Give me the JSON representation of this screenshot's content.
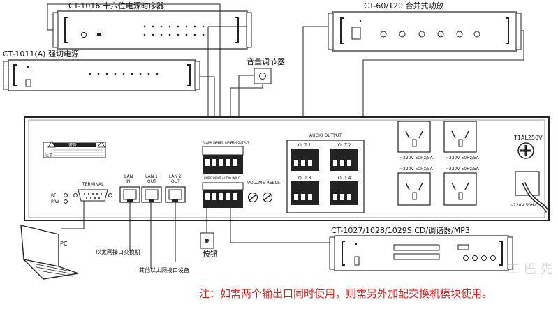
{
  "labels": {
    "sequencer": "CT-1016 十六位电源时序器",
    "amplifier": "CT-60/120 合并式功放",
    "power_switch": "CT-1011(A) 强切电源",
    "volume_knob": "音量调节器",
    "cd_tuner": "CT-1027/1028/1029S CD/调谐器/MP3",
    "button": "按钮",
    "pc": "PC",
    "ethernet_switch": "以太网接口交换机",
    "other_devices": "其他以太网接口设备"
  },
  "panel": {
    "terminal": "TERMINAL",
    "rf": "RF",
    "pw": "P/W",
    "lan_in": [
      "LAN",
      "IN"
    ],
    "lan_out1": [
      "LAN 1",
      "OUT"
    ],
    "lan_out2": [
      "LAN 2",
      "OUT"
    ],
    "audio_output": "AUDIO OUTPUT",
    "out1": "OUT 1",
    "out2": "OUT 2",
    "out3": "OUT 3",
    "out4": "OUT 4",
    "volume": "VOLUME",
    "treble": "TREBLE",
    "fuse": "T1AL250V",
    "ac_input": "~220V  50Hz",
    "socket_rating": "~220V 50Hz/5A",
    "warning": "警告",
    "caution": "注意",
    "alarm_input": "ALARM INPUT",
    "aux_input": "AUX INPUT",
    "pgm_output": "PGM OUTPUT",
    "emrg_input": "EMRG INPUT",
    "audio_input": "AUDIO INPUT"
  },
  "note": "注：如需两个输出口同时使用，则需另外加配交换机模块使用。",
  "watermark": "工 巴 先"
}
